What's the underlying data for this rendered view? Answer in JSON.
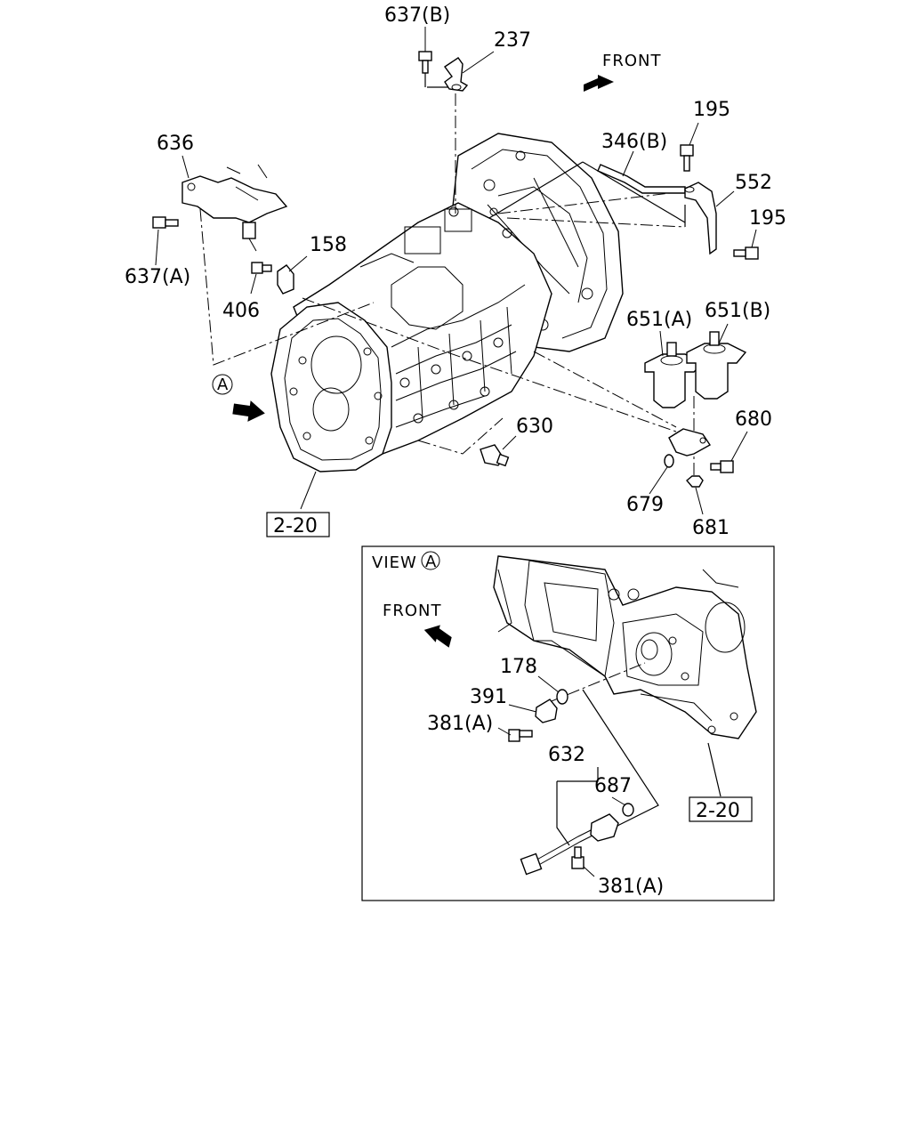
{
  "labels": {
    "p637b": "637(B)",
    "p237": "237",
    "front_top": "FRONT",
    "p636": "636",
    "p195_top": "195",
    "p346b": "346(B)",
    "p552": "552",
    "p195_right": "195",
    "p158": "158",
    "p637a": "637(A)",
    "p406": "406",
    "p651a": "651(A)",
    "p651b": "651(B)",
    "circle_a": "A",
    "p630": "630",
    "p680": "680",
    "p679": "679",
    "p681": "681",
    "ref_main": "2-20"
  },
  "view_a": {
    "title": "VIEW",
    "title_circle": "A",
    "front": "FRONT",
    "p178": "178",
    "p391": "391",
    "p381a_top": "381(A)",
    "p632": "632",
    "p687": "687",
    "p381a_bottom": "381(A)",
    "ref": "2-20"
  }
}
